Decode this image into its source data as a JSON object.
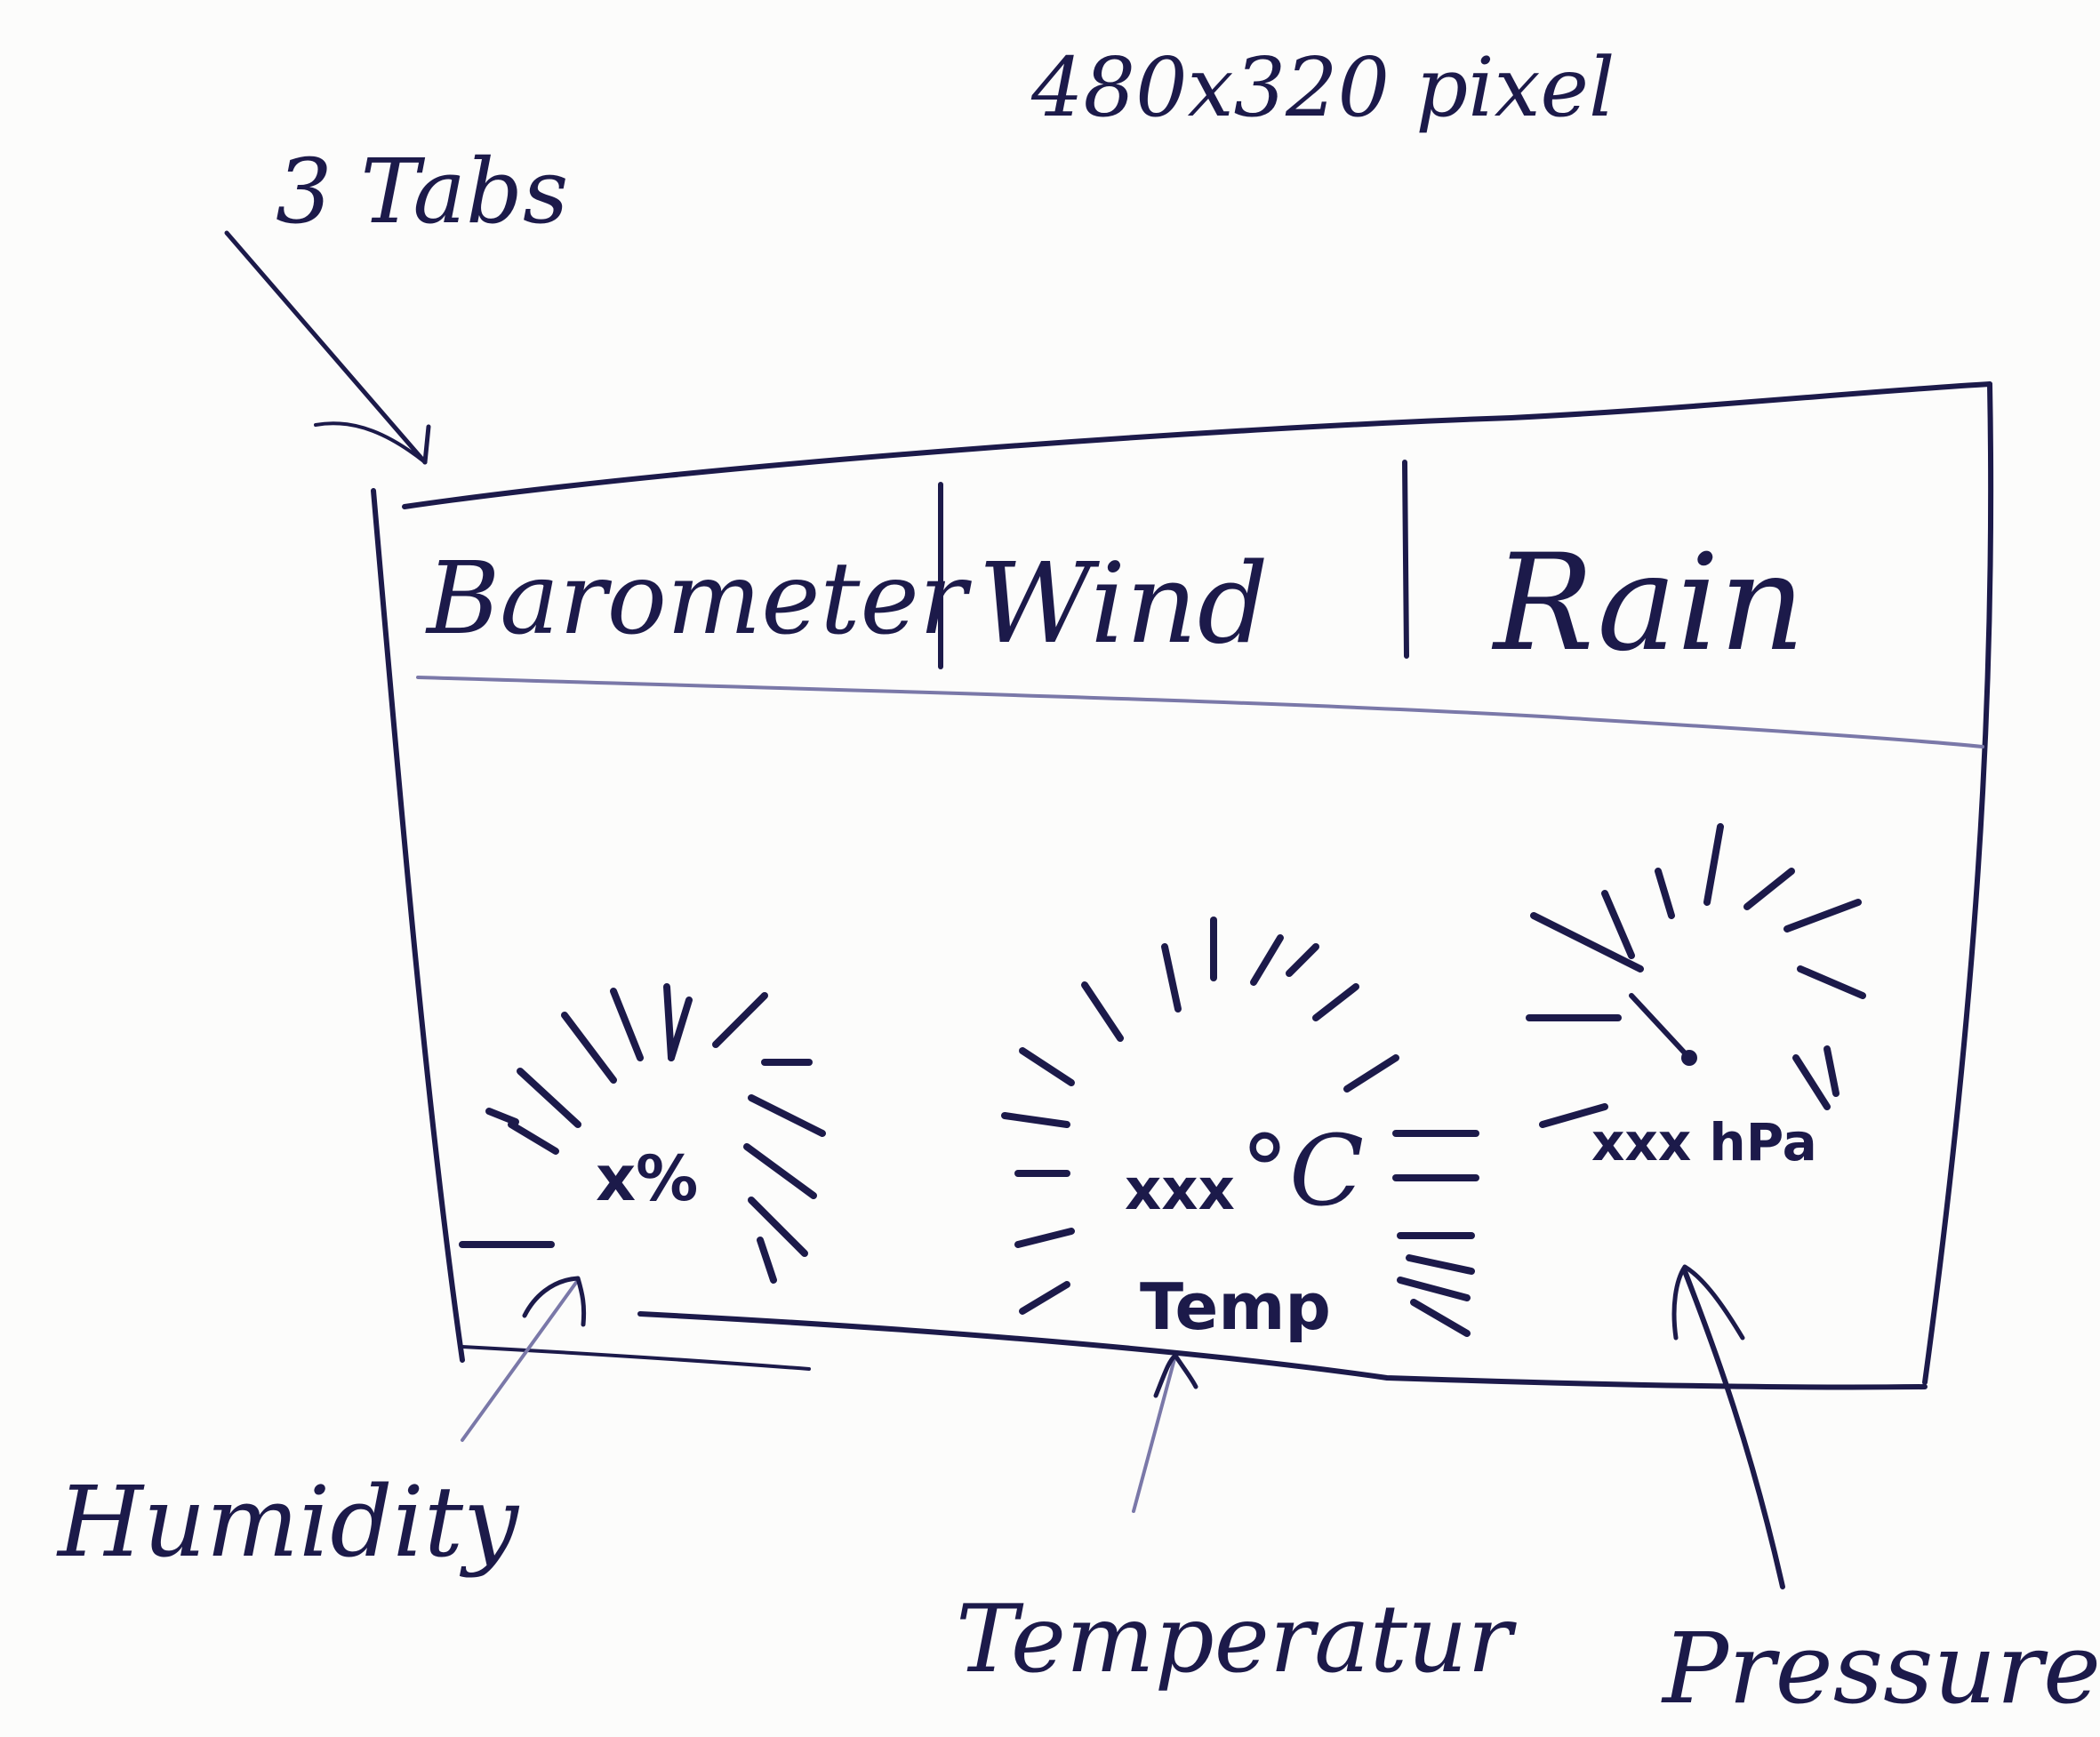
{
  "annotations": {
    "resolution": "480x320 pixel",
    "tabs_note": "3 Tabs",
    "humidity_label": "Humidity",
    "temperature_label": "Temperatur",
    "pressure_label": "Pressure"
  },
  "tabs": [
    {
      "label": "Barometer"
    },
    {
      "label": "Wind"
    },
    {
      "label": "Rain"
    }
  ],
  "gauges": {
    "humidity": {
      "readout": "x%",
      "icon": "humidity-gauge-icon"
    },
    "temperature": {
      "readout_value": "xxx",
      "readout_unit": "°C",
      "caption": "Temp",
      "icon": "temperature-gauge-icon"
    },
    "pressure": {
      "readout": "xxx hPa",
      "icon": "pressure-gauge-icon"
    }
  },
  "colors": {
    "ink": "#1c1a4a",
    "paper": "#fcfcfb"
  }
}
